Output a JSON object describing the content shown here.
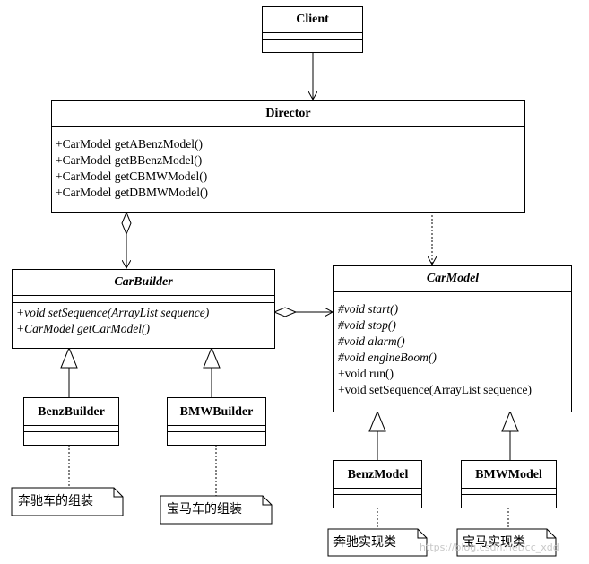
{
  "classes": {
    "client": {
      "name": "Client",
      "operations": []
    },
    "director": {
      "name": "Director",
      "operations": [
        "+CarModel getABenzModel()",
        "+CarModel getBBenzModel()",
        "+CarModel getCBMWModel()",
        "+CarModel getDBMWModel()"
      ]
    },
    "car_builder": {
      "name": "CarBuilder",
      "operations": [
        "+void setSequence(ArrayList sequence)",
        "+CarModel getCarModel()"
      ]
    },
    "car_model": {
      "name": "CarModel",
      "operations": [
        "#void start()",
        "#void stop()",
        "#void alarm()",
        "#void engineBoom()",
        "+void run()",
        "+void setSequence(ArrayList sequence)"
      ]
    },
    "benz_builder": {
      "name": "BenzBuilder"
    },
    "bmw_builder": {
      "name": "BMWBuilder"
    },
    "benz_model": {
      "name": "BenzModel"
    },
    "bmw_model": {
      "name": "BMWModel"
    }
  },
  "notes": {
    "benz_builder_note": "奔驰车的组装",
    "bmw_builder_note": "宝马车的组装",
    "benz_model_note": "奔驰实现类",
    "bmw_model_note": "宝马实现类"
  },
  "watermark": "https://blog.csdn.net/cc_xdd"
}
